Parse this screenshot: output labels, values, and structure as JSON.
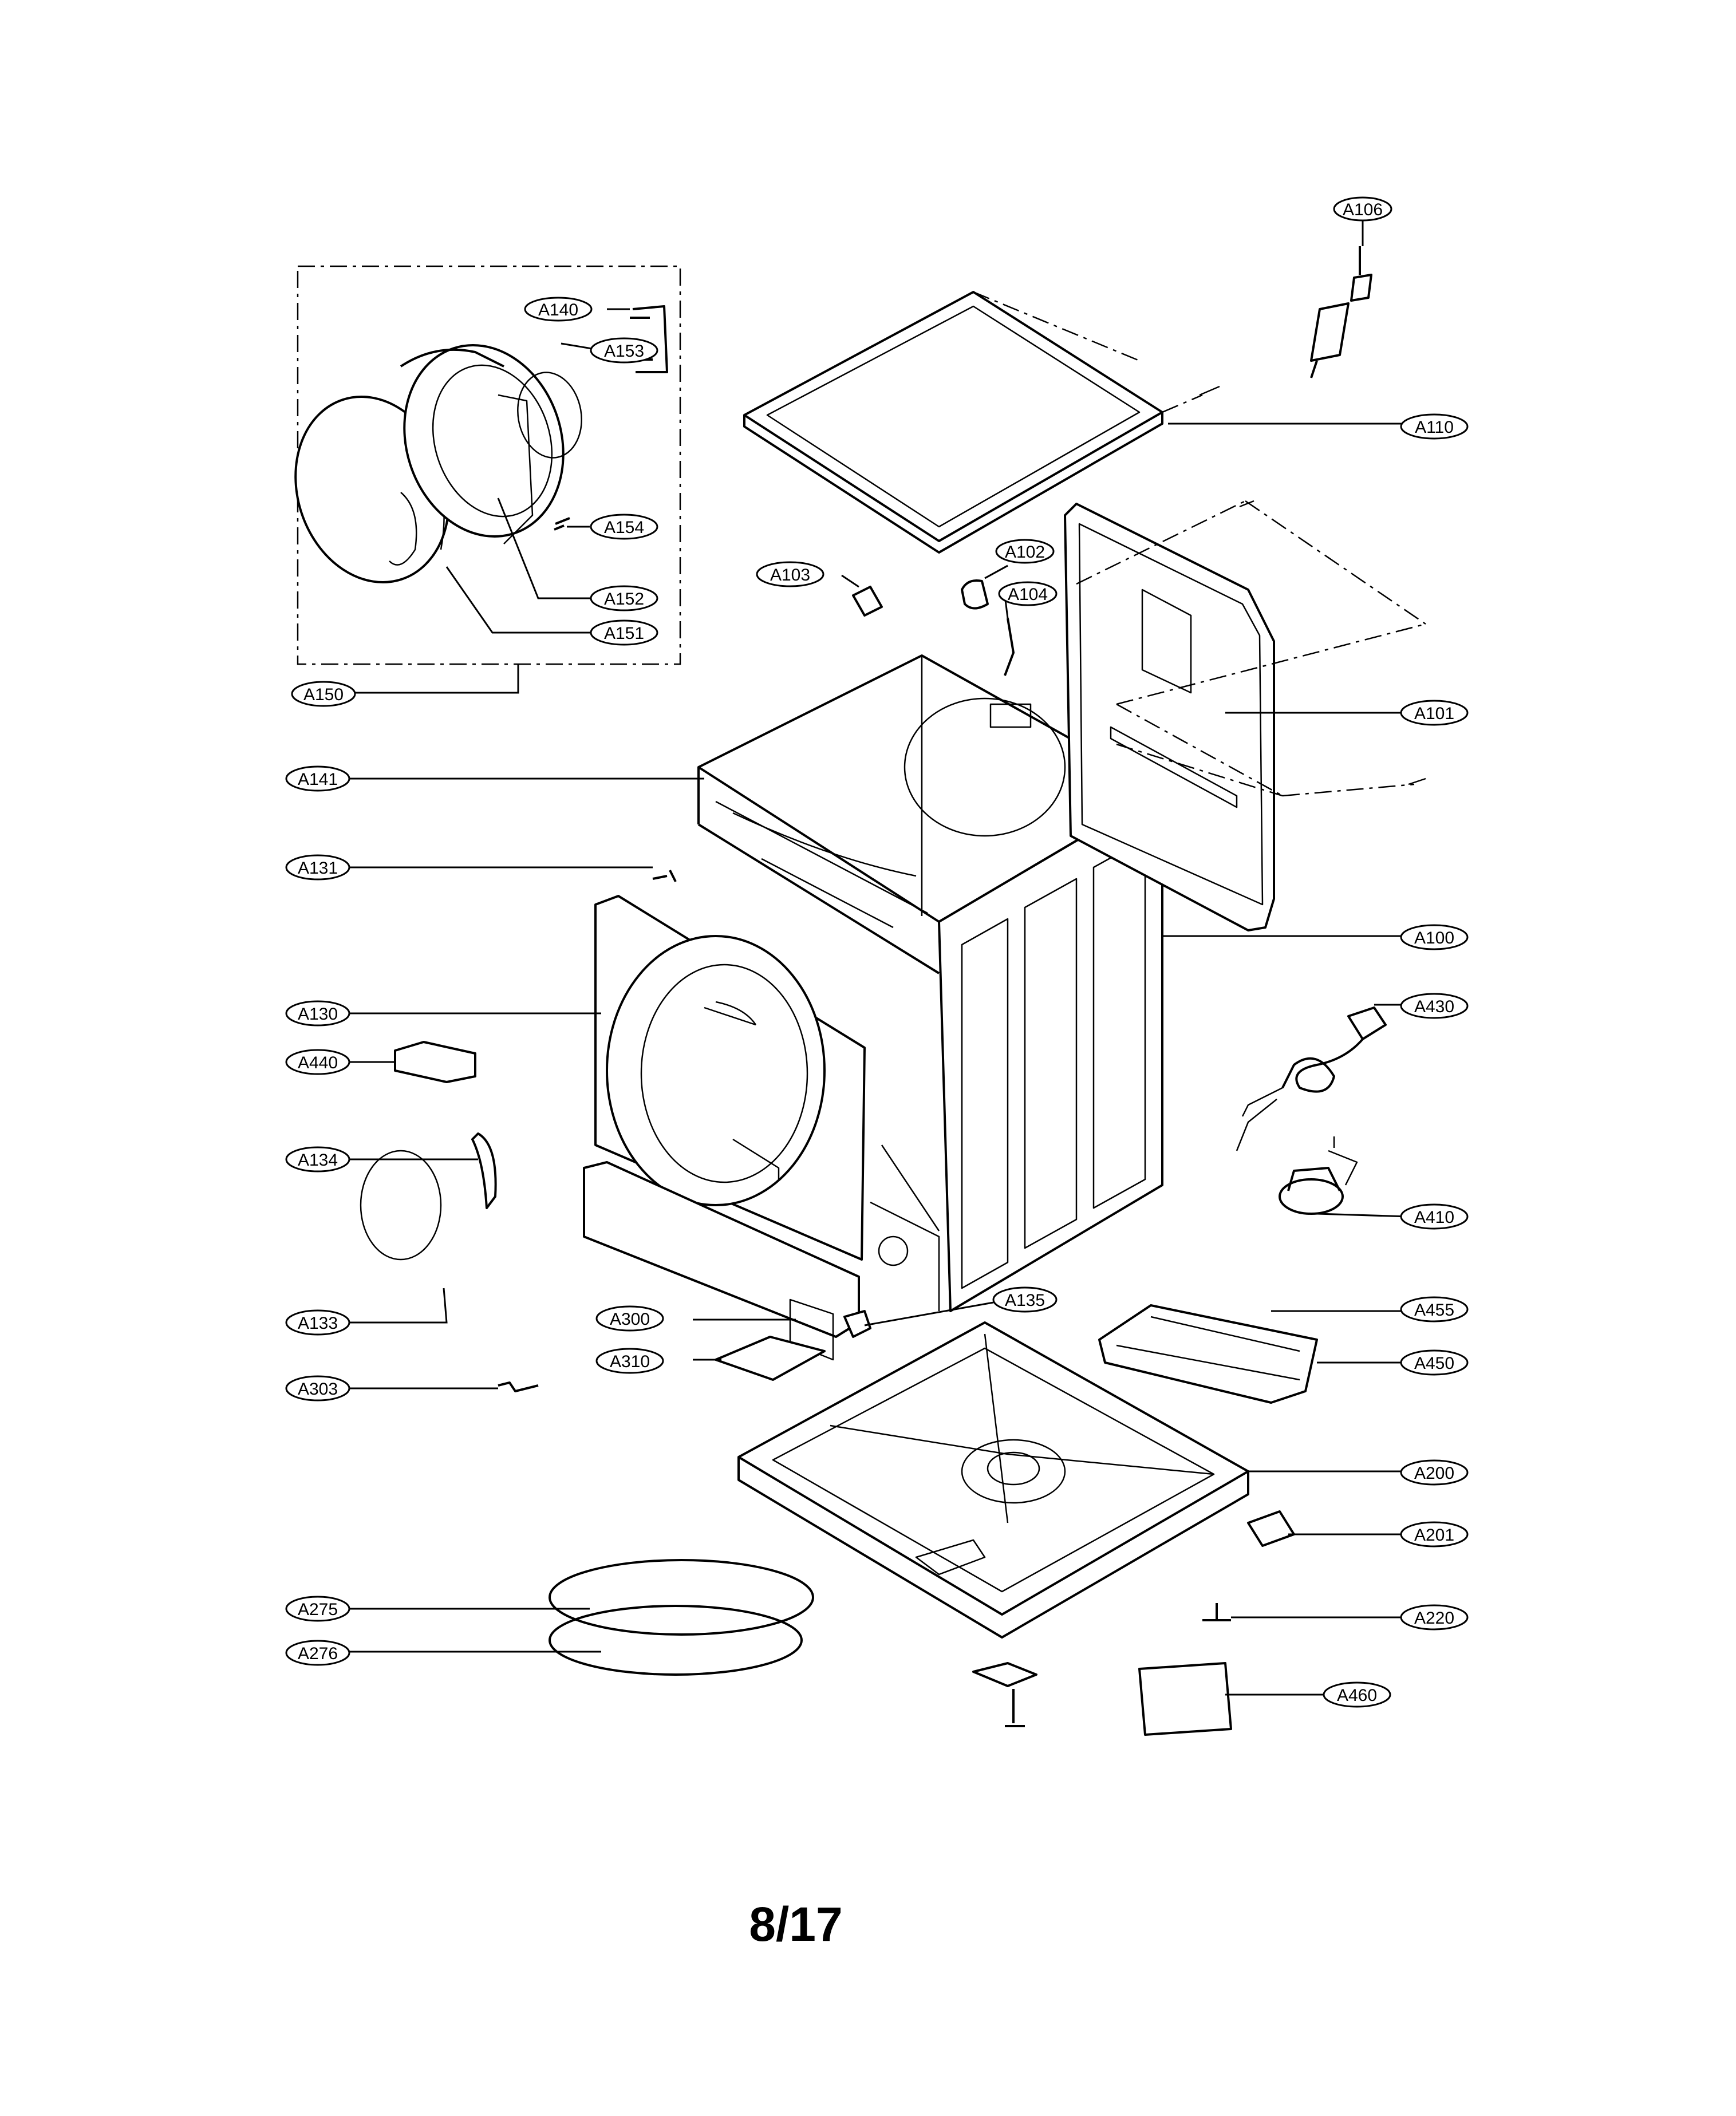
{
  "page_number": "8/17",
  "callouts": [
    {
      "id": "A106"
    },
    {
      "id": "A140"
    },
    {
      "id": "A110"
    },
    {
      "id": "A153"
    },
    {
      "id": "A154"
    },
    {
      "id": "A102"
    },
    {
      "id": "A103"
    },
    {
      "id": "A104"
    },
    {
      "id": "A152"
    },
    {
      "id": "A151"
    },
    {
      "id": "A150"
    },
    {
      "id": "A101"
    },
    {
      "id": "A141"
    },
    {
      "id": "A131"
    },
    {
      "id": "A100"
    },
    {
      "id": "A430"
    },
    {
      "id": "A130"
    },
    {
      "id": "A440"
    },
    {
      "id": "A134"
    },
    {
      "id": "A410"
    },
    {
      "id": "A455"
    },
    {
      "id": "A135"
    },
    {
      "id": "A133"
    },
    {
      "id": "A300"
    },
    {
      "id": "A450"
    },
    {
      "id": "A310"
    },
    {
      "id": "A303"
    },
    {
      "id": "A200"
    },
    {
      "id": "A201"
    },
    {
      "id": "A275"
    },
    {
      "id": "A220"
    },
    {
      "id": "A276"
    },
    {
      "id": "A460"
    }
  ]
}
